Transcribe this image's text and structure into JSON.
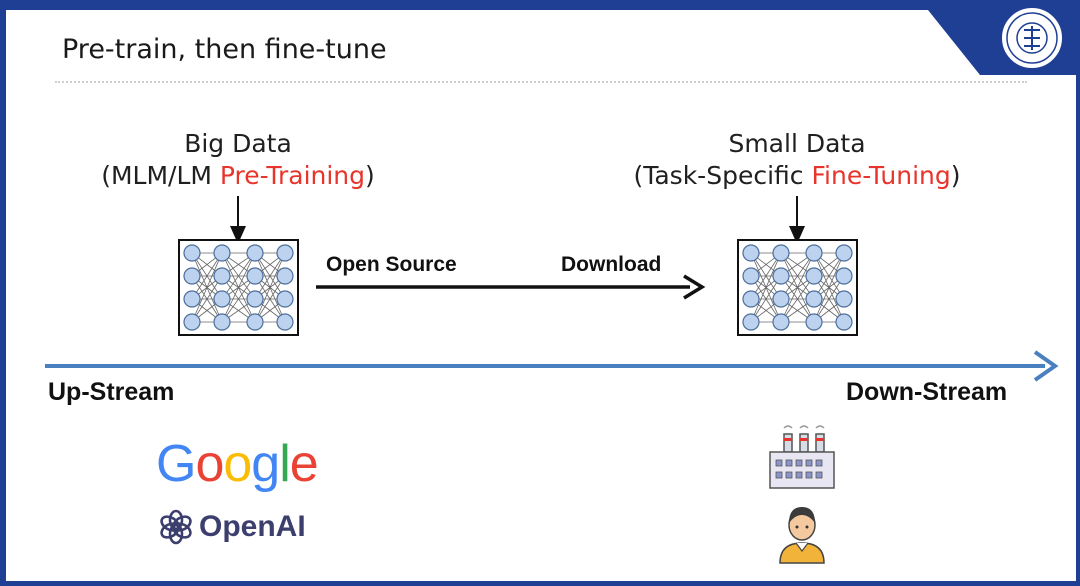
{
  "title": "Pre-train, then fine-tune",
  "left_caption": {
    "line1": "Big Data",
    "line2_prefix": "(MLM/LM ",
    "line2_highlight": "Pre-Training",
    "line2_suffix": ")"
  },
  "right_caption": {
    "line1": "Small Data",
    "line2_prefix": "(Task-Specific ",
    "line2_highlight": "Fine-Tuning",
    "line2_suffix": ")"
  },
  "arrow_labels": {
    "left": "Open Source",
    "right": "Download"
  },
  "stream": {
    "start": "Up-Stream",
    "end": "Down-Stream"
  },
  "logos": {
    "google": [
      "G",
      "o",
      "o",
      "g",
      "l",
      "e"
    ],
    "google_colors": [
      "#4285F4",
      "#EA4335",
      "#FBBC05",
      "#4285F4",
      "#34A853",
      "#EA4335"
    ],
    "openai": "OpenAI"
  },
  "colors": {
    "highlight": "#e8352b",
    "stream_arrow": "#4a7fc0",
    "frame": "#1f3f95",
    "node": "#bcd2ee"
  },
  "icons": [
    "university-seal-icon",
    "neural-network-icon",
    "factory-icon",
    "person-icon",
    "openai-logo-icon"
  ]
}
